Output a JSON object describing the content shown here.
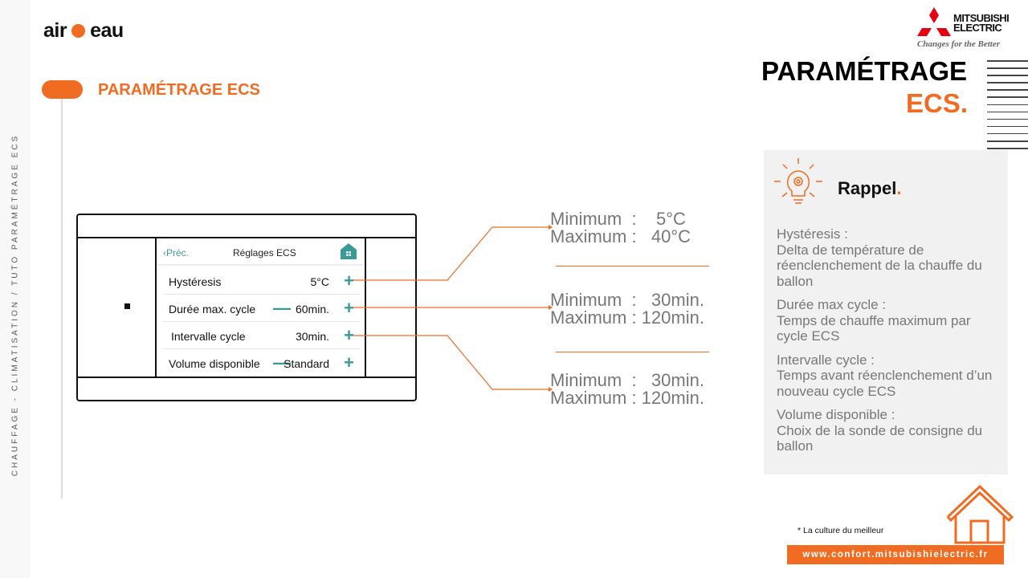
{
  "sidebar": {
    "vertical_text": "CHAUFFAGE - CLIMATISATION / TUTO PARAMÉTRAGE ECS"
  },
  "logo": {
    "left": "air",
    "right": "eau"
  },
  "section_title": "PARAMÉTRAGE ECS",
  "brand": {
    "name_line1": "MITSUBISHI",
    "name_line2": "ELECTRIC",
    "tagline": "Changes for the Better"
  },
  "page_title": {
    "line1": "PARAMÉTRAGE",
    "line2": "ECS."
  },
  "screen": {
    "back_label": "‹Préc.",
    "title": "Réglages ECS",
    "rows": [
      {
        "label": "Hystéresis",
        "value": "5°C",
        "minus": false
      },
      {
        "label": "Durée max. cycle",
        "value": "60min.",
        "minus": true
      },
      {
        "label": "Intervalle cycle",
        "value": "30min.",
        "minus": false
      },
      {
        "label": "Volume disponible",
        "value": "Standard",
        "minus": true
      }
    ]
  },
  "annotations": [
    {
      "text": "Minimum  :    5°C\nMaximum :   40°C"
    },
    {
      "text": "Minimum  :   30min.\nMaximum : 120min."
    },
    {
      "text": "Minimum  :   30min.\nMaximum : 120min."
    }
  ],
  "rappel": {
    "title": "Rappel",
    "items": [
      {
        "term": "Hystéresis :",
        "desc": "Delta de température de réenclenchement de la chauffe du ballon"
      },
      {
        "term": "Durée max cycle :",
        "desc": "Temps de chauffe maximum par cycle ECS"
      },
      {
        "term": "Intervalle cycle :",
        "desc": "Temps avant réenclenchement d’un nouveau cycle ECS"
      },
      {
        "term": "Volume disponible :",
        "desc": "Choix de la sonde de consigne du ballon"
      }
    ]
  },
  "footer": {
    "culture": "* La culture du meilleur",
    "url": "www.confort.mitsubishielectric.fr"
  },
  "colors": {
    "accent": "#ef6c22",
    "teal": "#3a9b96",
    "panel": "#f1f1f1"
  }
}
